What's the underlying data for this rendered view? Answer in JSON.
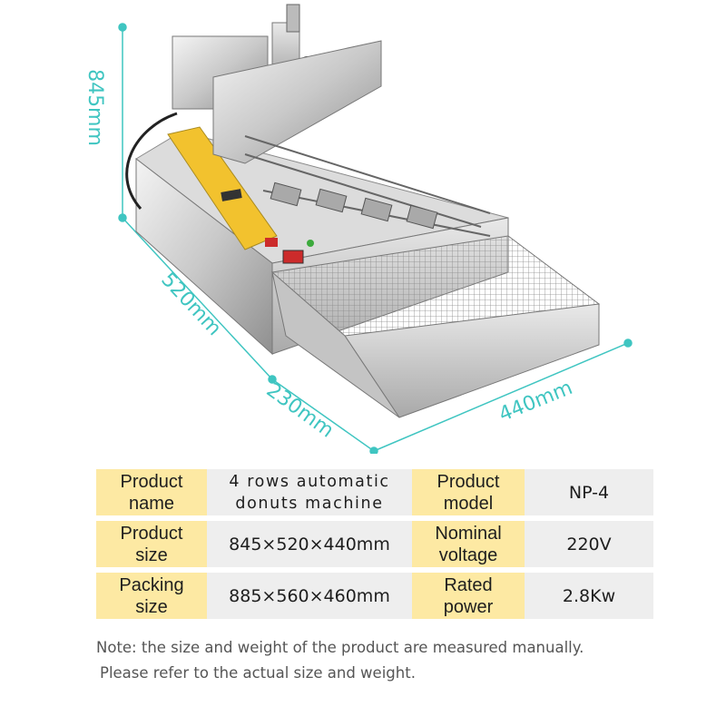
{
  "dimensions": {
    "height": "845mm",
    "depth": "520mm",
    "drawer_height": "230mm",
    "width": "440mm"
  },
  "specs": {
    "rows": [
      {
        "label1": "Product\nname",
        "value1": "4 rows automatic\ndonuts machine",
        "label2": "Product\nmodel",
        "value2": "NP-4"
      },
      {
        "label1": "Product\nsize",
        "value1": "845×520×440mm",
        "label2": "Nominal\nvoltage",
        "value2": "220V"
      },
      {
        "label1": "Packing\nsize",
        "value1": "885×560×460mm",
        "label2": "Rated\npower",
        "value2": "2.8Kw"
      }
    ]
  },
  "note": {
    "line1": "Note: the size and weight of the product are measured manually.",
    "line2": "Please refer to the actual size and weight."
  },
  "colors": {
    "dimension": "#3fc5c1",
    "label_bg": "#fde9a3",
    "value_bg": "#eeeeee"
  }
}
